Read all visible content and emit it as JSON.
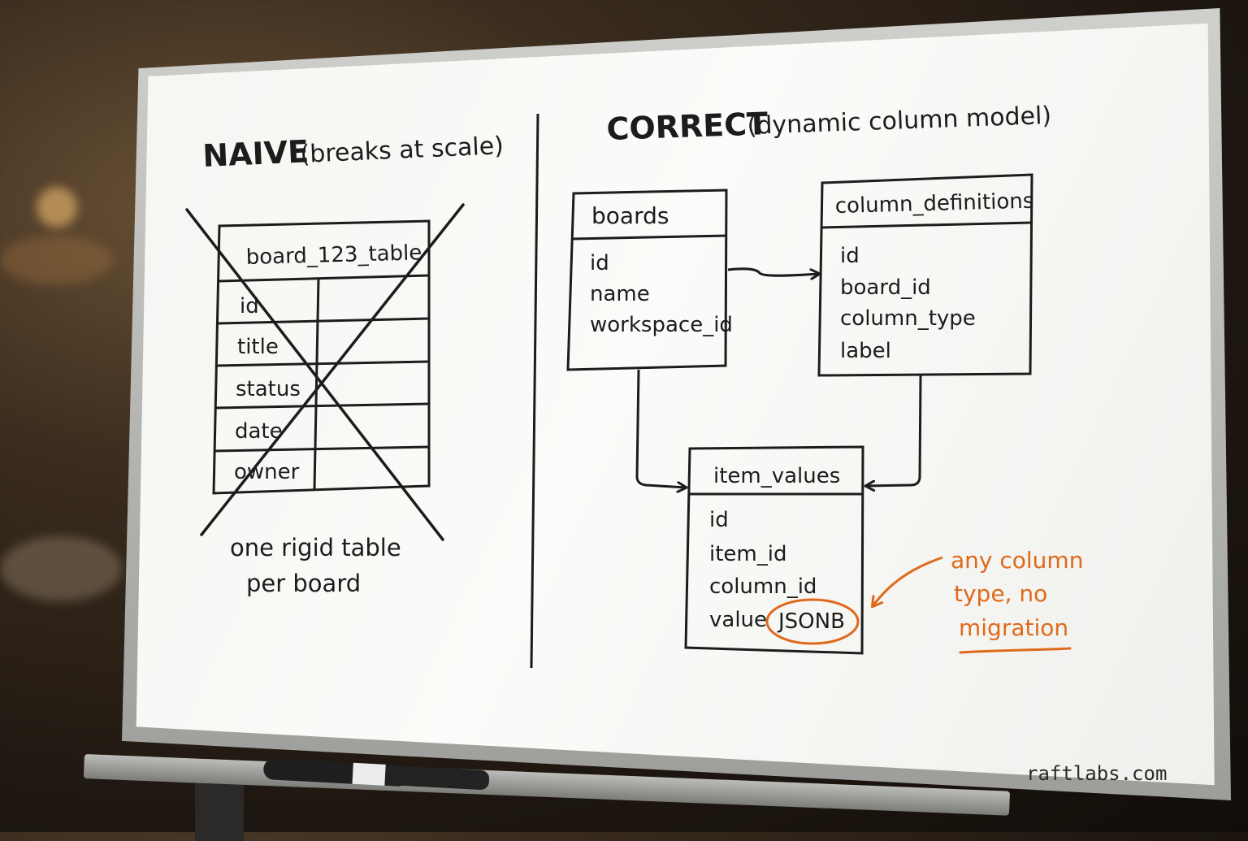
{
  "left": {
    "title": "NAIVE",
    "subtitle": "(breaks at scale)",
    "table_name": "board_123_table",
    "rows": [
      "id",
      "title",
      "status",
      "date",
      "owner"
    ],
    "caption_line1": "one rigid table",
    "caption_line2": "per board"
  },
  "right": {
    "title": "CORRECT",
    "subtitle": "(dynamic column model)",
    "boards": {
      "name": "boards",
      "fields": [
        "id",
        "name",
        "workspace_id"
      ]
    },
    "column_definitions": {
      "name": "column_definitions",
      "fields": [
        "id",
        "board_id",
        "column_type",
        "label"
      ]
    },
    "item_values": {
      "name": "item_values",
      "fields": [
        "id",
        "item_id",
        "column_id",
        "value"
      ],
      "circled_type": "JSONB"
    },
    "note_line1": "any column",
    "note_line2": "type, no",
    "note_line3": "migration"
  },
  "footer": {
    "watermark": "raftlabs.com"
  },
  "colors": {
    "ink": "#1c1c1c",
    "accent": "#e06a1b",
    "board": "#f7f7f4"
  },
  "icons": {
    "marker": "whiteboard-marker-icon"
  }
}
